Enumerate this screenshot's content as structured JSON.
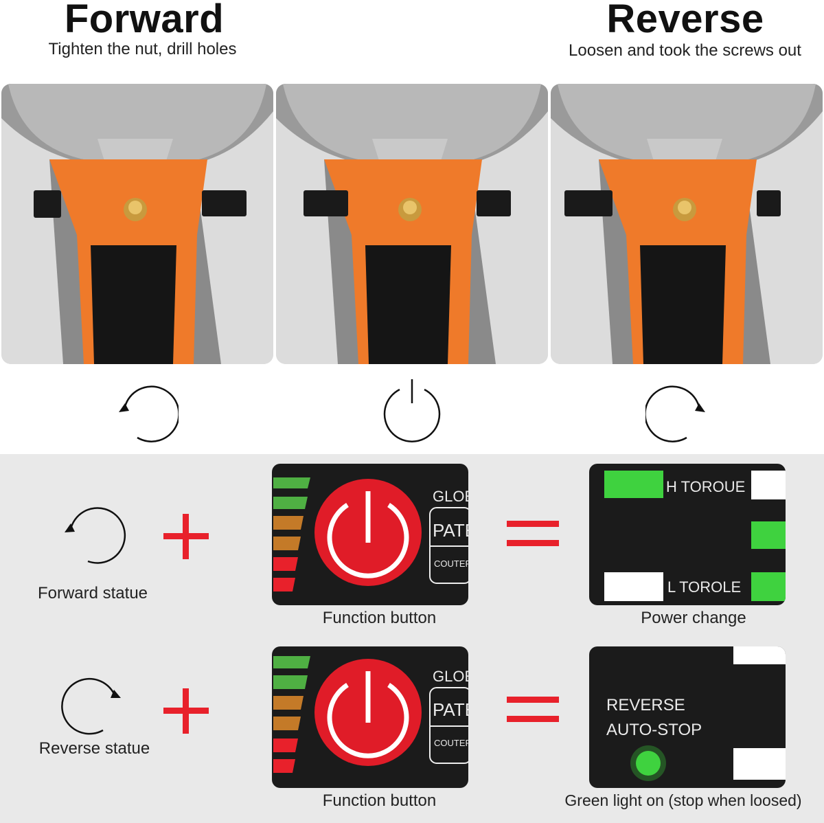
{
  "header": {
    "forward_title": "Forward",
    "forward_subtitle": "Tighten the nut, drill holes",
    "reverse_title": "Reverse",
    "reverse_subtitle": "Loosen and took the screws out"
  },
  "photos": [
    {
      "name": "forward-position-photo"
    },
    {
      "name": "neutral-position-photo"
    },
    {
      "name": "reverse-position-photo"
    }
  ],
  "rows": [
    {
      "state_label": "Forward statue",
      "button_caption": "Function button",
      "result_caption": "Power change",
      "display_side": {
        "line1": "GLOE",
        "line2": "PATE",
        "line3": "COUTER"
      },
      "result_text_top": "H TOROUE",
      "result_text_bottom": "L TOROLE"
    },
    {
      "state_label": "Reverse statue",
      "button_caption": "Function button",
      "result_caption": "Green light on (stop when loosed)",
      "display_side": {
        "line1": "GLOE",
        "line2": "PATE",
        "line3": "COUTER"
      },
      "result_text_line1": "REVERSE",
      "result_text_line2": "AUTO-STOP"
    }
  ],
  "colors": {
    "accent_red": "#e8212b",
    "indicator_green": "#3fd23f",
    "orange": "#ef7a2a"
  },
  "icons": [
    "counterclockwise-arrow-icon",
    "power-icon",
    "clockwise-arrow-icon",
    "plus-icon",
    "equals-icon"
  ]
}
